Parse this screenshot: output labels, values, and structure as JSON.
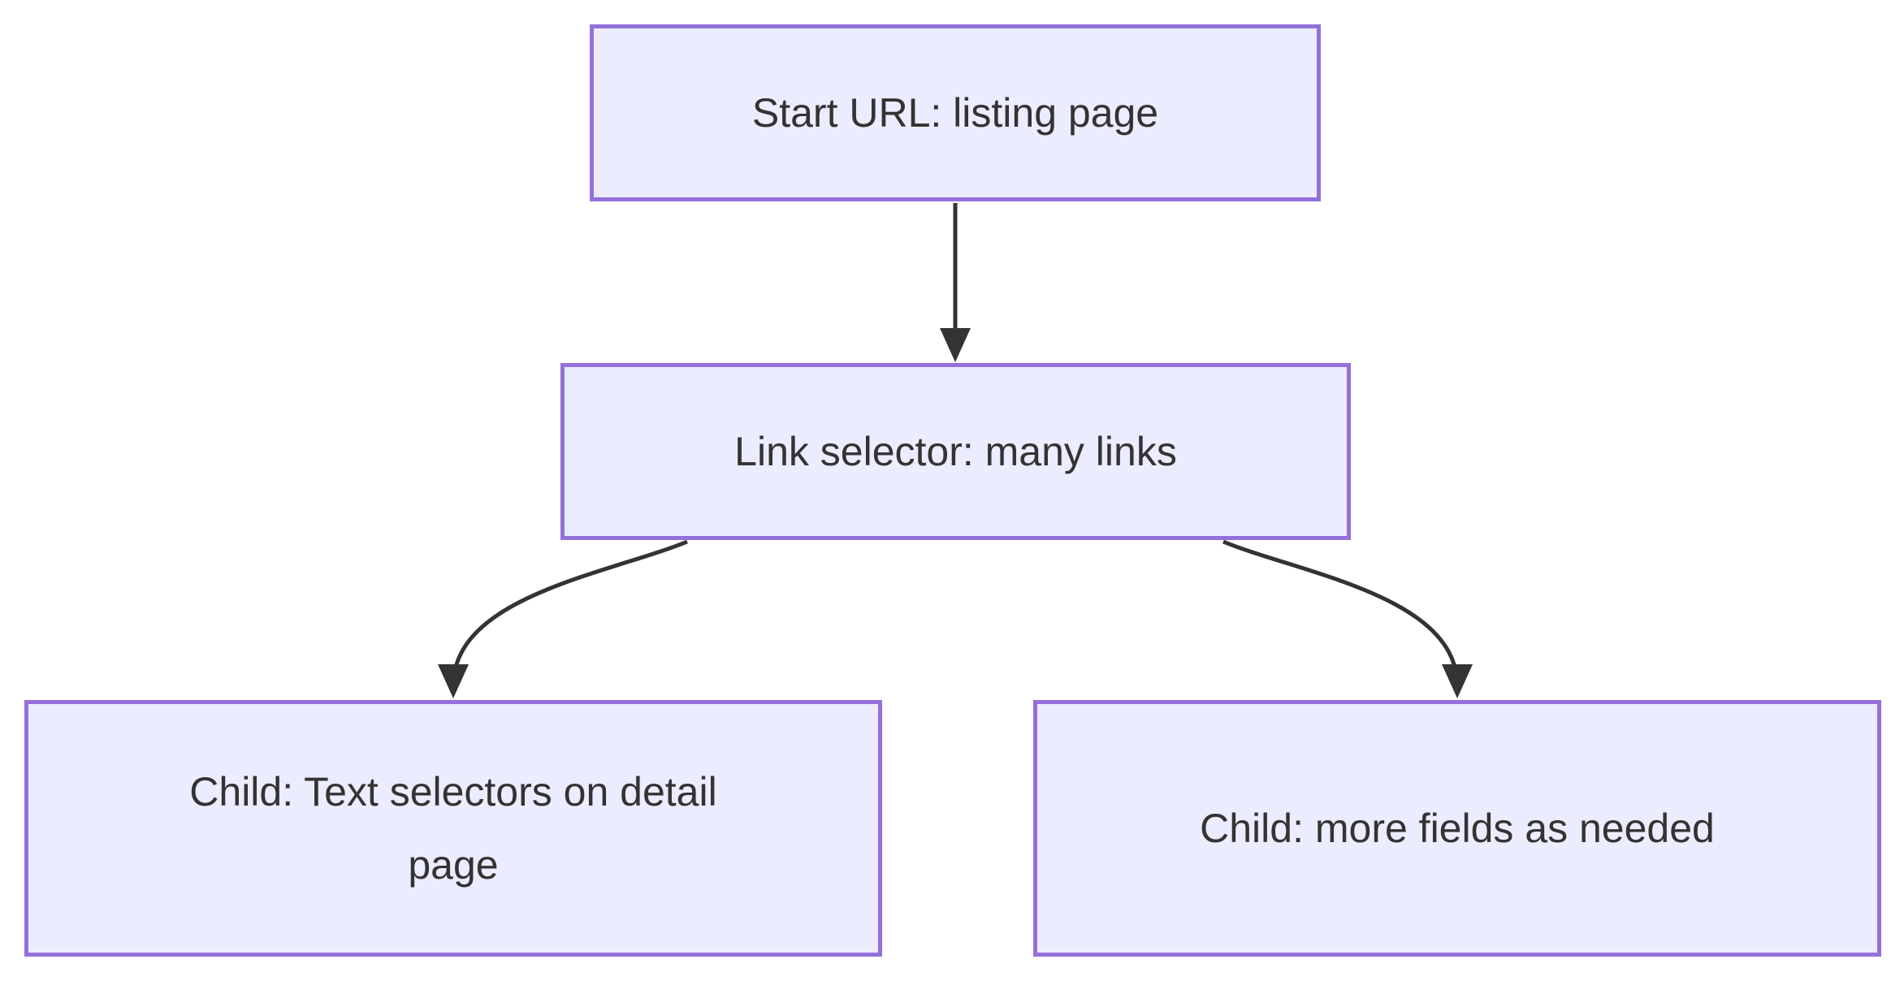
{
  "diagram": {
    "type": "flowchart",
    "direction": "top-down",
    "colors": {
      "background": "#ffffff",
      "node_fill": "#ECECFF",
      "node_border": "#9370DB",
      "edge": "#333333",
      "text": "#333333"
    },
    "nodes": {
      "start": {
        "label": "Start URL: listing page"
      },
      "link": {
        "label": "Link selector: many links"
      },
      "child_detail": {
        "label": "Child: Text selectors on detail page"
      },
      "child_fields": {
        "label": "Child: more fields as needed"
      }
    },
    "edges": [
      {
        "from": "start",
        "to": "link"
      },
      {
        "from": "link",
        "to": "child_detail"
      },
      {
        "from": "link",
        "to": "child_fields"
      }
    ]
  }
}
